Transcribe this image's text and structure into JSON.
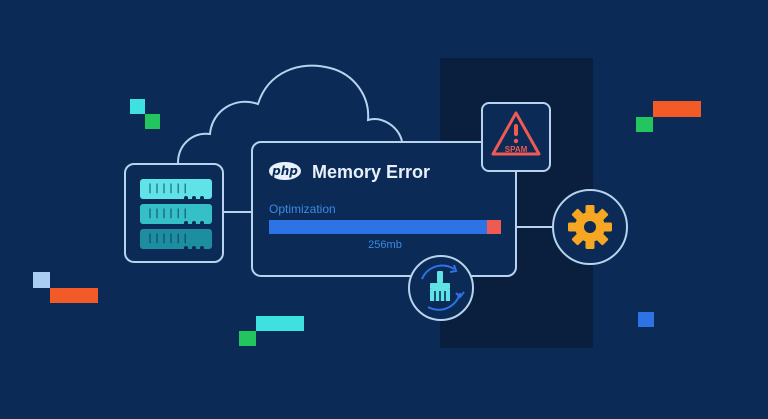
{
  "card": {
    "php_logo": "php",
    "title": "Memory Error",
    "optimization_label": "Optimization",
    "progress_fraction": 0.94,
    "memory_value": "256mb"
  },
  "alert": {
    "icon": "warning-triangle-icon",
    "label": "SPAM"
  },
  "icons": {
    "server": "server-rack-icon",
    "gear": "gear-icon",
    "cleanup": "broom-cleanup-icon",
    "cloud": "cloud-icon"
  },
  "colors": {
    "background": "#0b2a55",
    "outline": "#b8d3ee",
    "progress_fill": "#2d73e6",
    "progress_overflow": "#ef5a52",
    "alert": "#ef5a52",
    "gear": "#f5a623",
    "cyan": "#3fe0e0",
    "green": "#22c55e",
    "orange": "#f25a28"
  }
}
